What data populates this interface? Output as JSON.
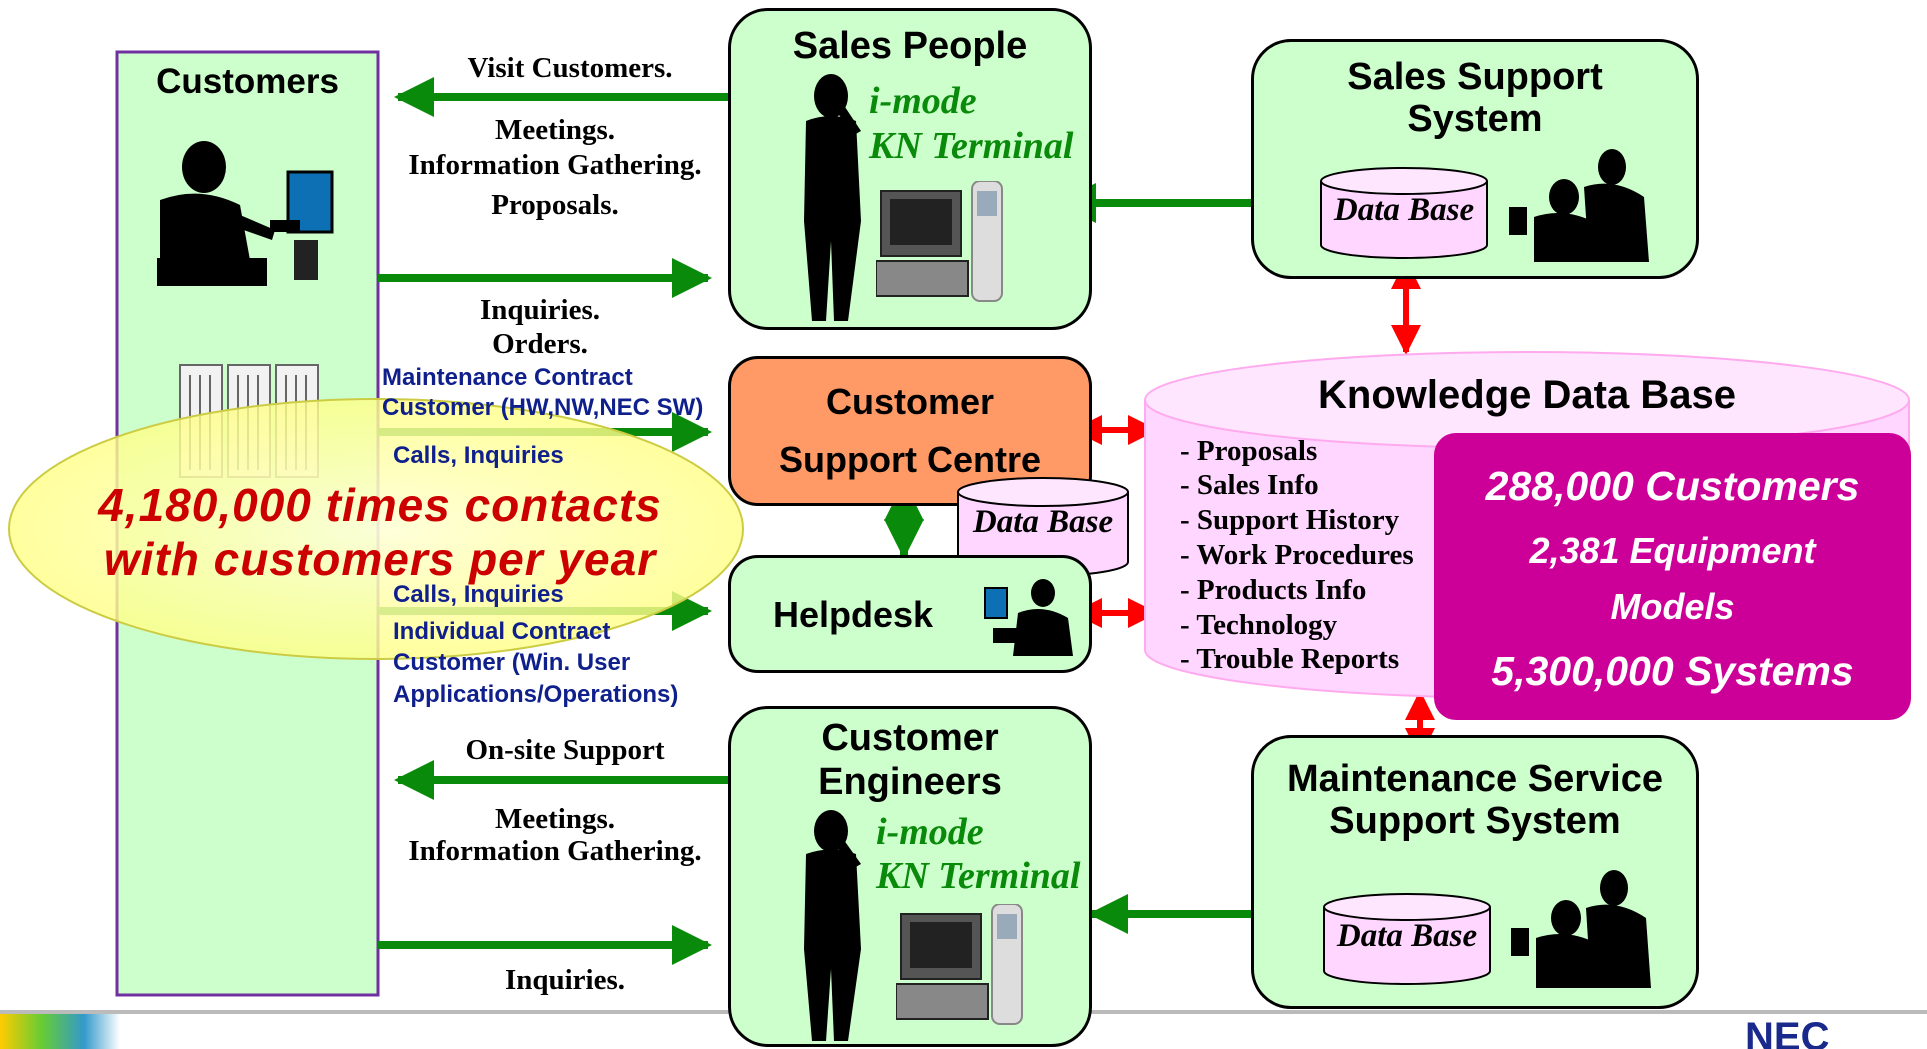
{
  "customers": {
    "title": "Customers"
  },
  "sales_people": {
    "title": "Sales People",
    "line1": "i-mode",
    "line2": "KN Terminal"
  },
  "sales_support": {
    "title_line1": "Sales Support",
    "title_line2": "System",
    "db": "Data Base"
  },
  "customer_support": {
    "line1": "Customer",
    "line2": "Support Centre",
    "db": "Data Base"
  },
  "helpdesk": {
    "title": "Helpdesk"
  },
  "knowledge_db": {
    "title": "Knowledge Data Base",
    "items": [
      "- Proposals",
      "- Sales Info",
      "- Support History",
      "- Work Procedures",
      "- Products Info",
      "- Technology",
      "- Trouble Reports"
    ]
  },
  "stats": {
    "customers": "288,000 Customers",
    "models_line1": "2,381 Equipment",
    "models_line2": "Models",
    "systems": "5,300,000 Systems"
  },
  "customer_engineers": {
    "line1": "Customer",
    "line2": "Engineers",
    "i1": "i-mode",
    "i2": "KN Terminal"
  },
  "maint_support": {
    "line1": "Maintenance Service",
    "line2": "Support System",
    "db": "Data Base"
  },
  "labels": {
    "visit": "Visit Customers.",
    "meetings": "Meetings.",
    "info_gathering": "Information Gathering.",
    "proposals": "Proposals.",
    "inquiries": "Inquiries.",
    "orders": "Orders.",
    "maint_contract_1": "Maintenance Contract",
    "maint_contract_2": "Customer (HW,NW,NEC SW)",
    "calls1": "Calls, Inquiries",
    "calls2": "Calls, Inquiries",
    "indiv1": "Individual Contract",
    "indiv2": "Customer (Win. User",
    "indiv3": "Applications/Operations)",
    "onsite": "On-site Support",
    "meetings2": "Meetings.",
    "info_gathering2": "Information Gathering.",
    "inquiries2": "Inquiries."
  },
  "callout": {
    "line1": "4,180,000 times contacts",
    "line2": "with customers per year"
  },
  "colors": {
    "green_arrow": "#0a8a0a",
    "red_arrow": "#ff0000",
    "box_fill": "#ccffcc",
    "orange": "#ff9966",
    "magenta": "#cc0099",
    "kdb_fill": "#ffd6ff"
  }
}
